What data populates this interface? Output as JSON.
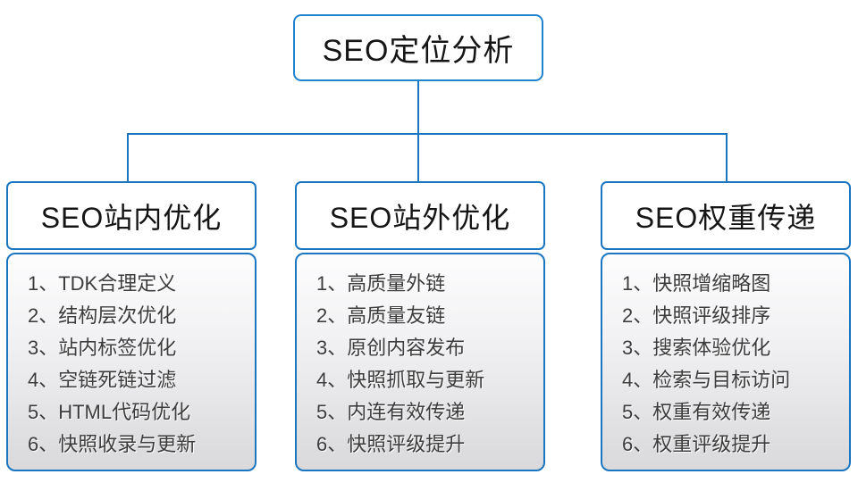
{
  "diagram": {
    "root": {
      "title": "SEO定位分析"
    },
    "columns": [
      {
        "title": "SEO站内优化",
        "items": [
          "1、TDK合理定义",
          "2、结构层次优化",
          "3、站内标签优化",
          "4、空链死链过滤",
          "5、HTML代码优化",
          "6、快照收录与更新"
        ]
      },
      {
        "title": "SEO站外优化",
        "items": [
          "1、高质量外链",
          "2、高质量友链",
          "3、原创内容发布",
          "4、快照抓取与更新",
          "5、内连有效传递",
          "6、快照评级提升"
        ]
      },
      {
        "title": "SEO权重传递",
        "items": [
          "1、快照增缩略图",
          "2、快照评级排序",
          "3、搜索体验优化",
          "4、检索与目标访问",
          "5、权重有效传递",
          "6、权重评级提升"
        ]
      }
    ],
    "colors": {
      "connector_and_border_blue": "#1b76c2",
      "root_border_blue": "#2083cd",
      "body_gradient_top": "#fdfdfe",
      "body_gradient_bottom": "#d9d9db",
      "text_dark": "#151515",
      "list_text": "#3c3c3c"
    }
  }
}
